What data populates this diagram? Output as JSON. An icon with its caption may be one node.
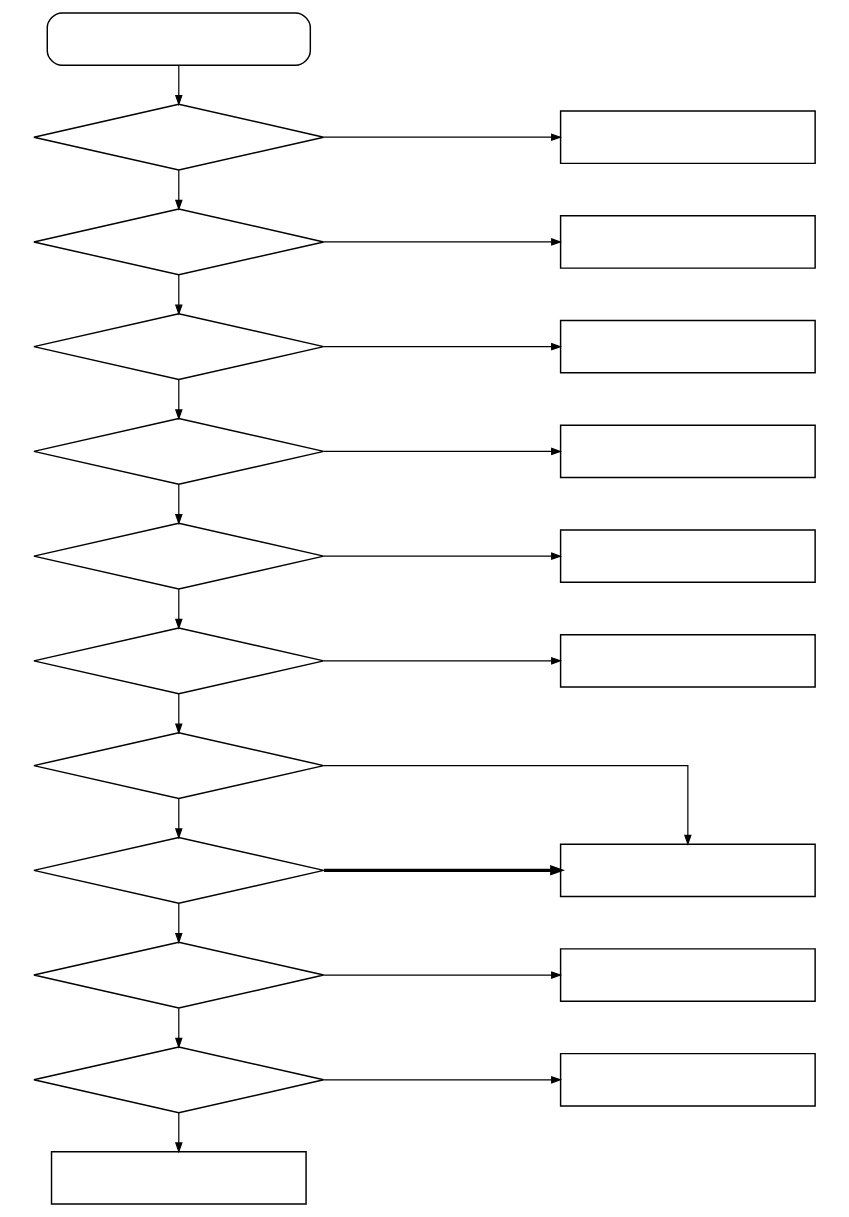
{
  "diagram": {
    "nodes": [
      {
        "text": [],
        "shape": "stadium"
      },
      {
        "text": [],
        "shape": "diamond"
      },
      {
        "text": [],
        "shape": "box"
      },
      {
        "text": [],
        "shape": "diamond"
      },
      {
        "text": [],
        "shape": "box"
      },
      {
        "text": [],
        "shape": "diamond"
      },
      {
        "text": [],
        "shape": "box"
      },
      {
        "text": [],
        "shape": "diamond"
      },
      {
        "text": [],
        "shape": "box"
      },
      {
        "text": [],
        "shape": "diamond"
      },
      {
        "text": [],
        "shape": "box"
      },
      {
        "text": [],
        "shape": "diamond"
      },
      {
        "text": [],
        "shape": "box"
      },
      {
        "text": [],
        "shape": "diamond"
      },
      {
        "text": [],
        "shape": "diamond"
      },
      {
        "text": [],
        "shape": "box"
      },
      {
        "text": [],
        "shape": "diamond"
      },
      {
        "text": [],
        "shape": "box"
      },
      {
        "text": [],
        "shape": "diamond"
      },
      {
        "text": [],
        "shape": "box"
      },
      {
        "text": [],
        "shape": "box"
      }
    ],
    "edges": [
      {
        "from": 0,
        "to": 1,
        "arrow": "to"
      },
      {
        "from": 1,
        "to": 2,
        "arrow": "to"
      },
      {
        "from": 1,
        "to": 3,
        "arrow": "to"
      },
      {
        "from": 3,
        "to": 4,
        "arrow": "to"
      },
      {
        "from": 3,
        "to": 5,
        "arrow": "to"
      },
      {
        "from": 5,
        "to": 6,
        "arrow": "to"
      },
      {
        "from": 5,
        "to": 7,
        "arrow": "to"
      },
      {
        "from": 7,
        "to": 8,
        "arrow": "to"
      },
      {
        "from": 7,
        "to": 9,
        "arrow": "to"
      },
      {
        "from": 9,
        "to": 10,
        "arrow": "to"
      },
      {
        "from": 9,
        "to": 11,
        "arrow": "to"
      },
      {
        "from": 11,
        "to": 12,
        "arrow": "to"
      },
      {
        "from": 11,
        "to": 13,
        "arrow": "to"
      },
      {
        "from": 13,
        "to": 15,
        "arrow": "to"
      },
      {
        "from": 13,
        "to": 14,
        "arrow": "to"
      },
      {
        "from": 14,
        "to": 15,
        "arrow": "to",
        "style": "thick"
      },
      {
        "from": 14,
        "to": 16,
        "arrow": "to"
      },
      {
        "from": 16,
        "to": 17,
        "arrow": "to"
      },
      {
        "from": 16,
        "to": 18,
        "arrow": "to"
      },
      {
        "from": 18,
        "to": 19,
        "arrow": "to"
      },
      {
        "from": 18,
        "to": 20,
        "arrow": "to"
      }
    ]
  }
}
